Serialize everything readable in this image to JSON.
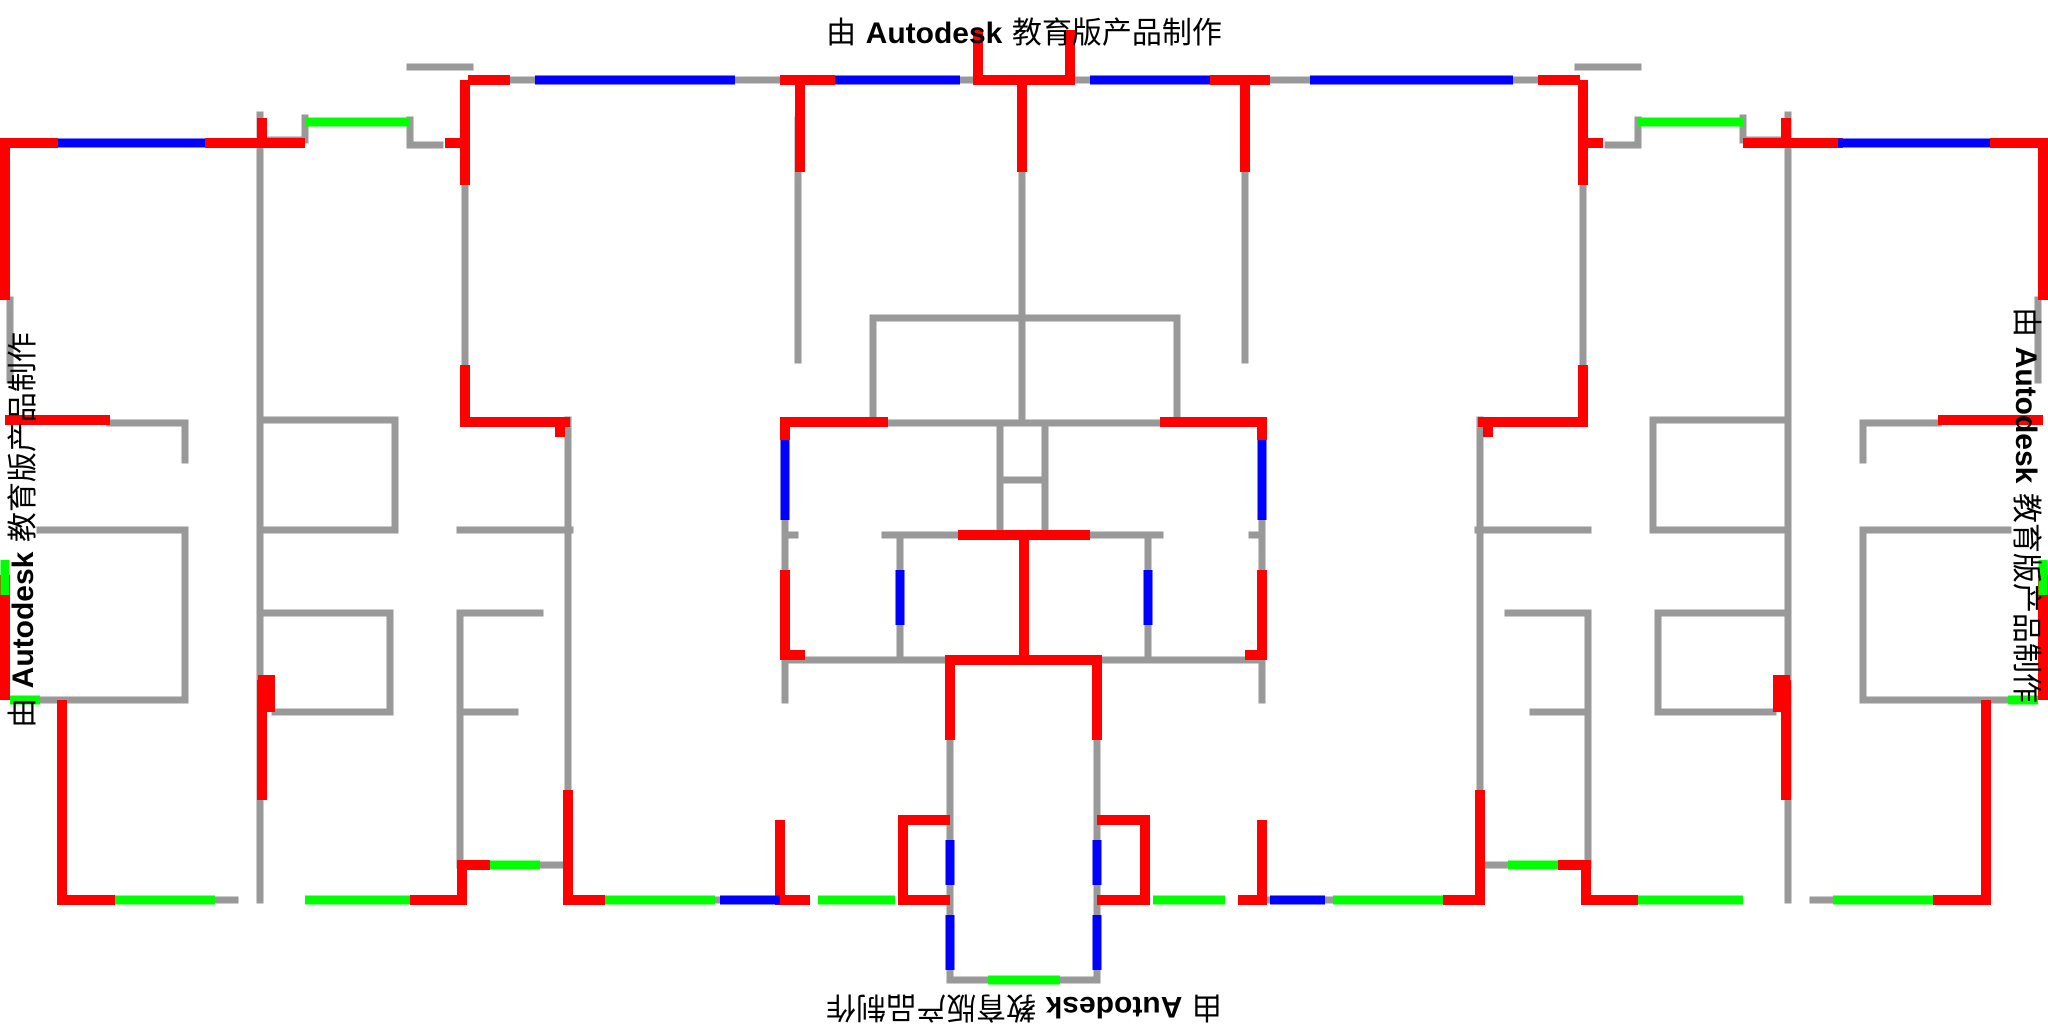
{
  "watermarks": {
    "top": {
      "prefix": "由 ",
      "brand": "Autodesk",
      "suffix": " 教育版产品制作"
    },
    "bottom": {
      "prefix": "由 ",
      "brand": "Autodesk",
      "suffix": " 教育版产品制作"
    },
    "left": {
      "prefix": "由 ",
      "brand": "Autodesk",
      "suffix": " 教育版产品制作"
    },
    "right": {
      "prefix": "由 ",
      "brand": "Autodesk",
      "suffix": " 教育版产品制作"
    }
  },
  "colors": {
    "background": "#ffffff",
    "wall": "#999999",
    "structural_wall": "#ff0000",
    "window": "#0000ff",
    "door_window": "#00ff00"
  }
}
